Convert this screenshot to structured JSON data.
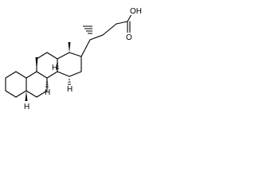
{
  "molecule": {
    "atoms": {
      "oh_label": "OH",
      "o_label": "O",
      "h_labels": [
        "H",
        "H",
        "H",
        "H"
      ]
    },
    "colors": {
      "bond": "#000000",
      "background": "#ffffff"
    }
  }
}
